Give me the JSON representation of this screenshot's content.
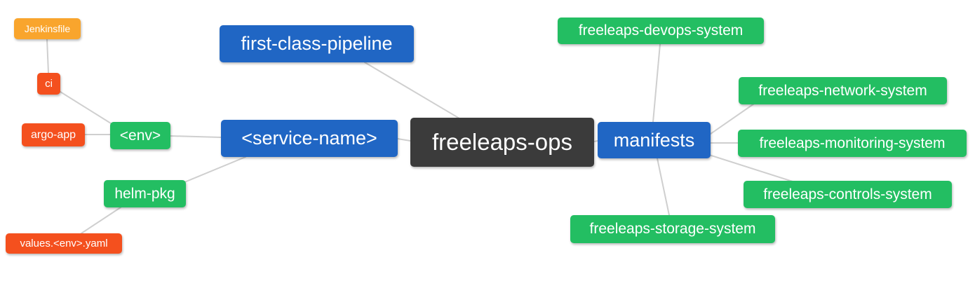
{
  "diagram": {
    "type": "mindmap",
    "title": "freeleaps-ops repository structure mind map",
    "background": "#ffffff"
  },
  "palette": {
    "root": "#3b3b3b",
    "branch_blue": "#2066c4",
    "leaf_green": "#23be62",
    "leaf_red": "#f4501e",
    "leaf_orange": "#f9a52d",
    "connector": "#cfcfcf",
    "text": "#ffffff"
  },
  "nodes": {
    "freeleaps_ops": {
      "label": "freeleaps-ops",
      "color": "#3b3b3b"
    },
    "first_class_pipeline": {
      "label": "first-class-pipeline",
      "color": "#2066c4"
    },
    "service_name": {
      "label": "<service-name>",
      "color": "#2066c4"
    },
    "manifests": {
      "label": "manifests",
      "color": "#2066c4"
    },
    "env": {
      "label": "<env>",
      "color": "#23be62"
    },
    "helm_pkg": {
      "label": "helm-pkg",
      "color": "#23be62"
    },
    "ci": {
      "label": "ci",
      "color": "#f4501e"
    },
    "argo_app": {
      "label": "argo-app",
      "color": "#f4501e"
    },
    "jenkinsfile": {
      "label": "Jenkinsfile",
      "color": "#f9a52d"
    },
    "values_env_yaml": {
      "label": "values.<env>.yaml",
      "color": "#f4501e"
    },
    "devops_system": {
      "label": "freeleaps-devops-system",
      "color": "#23be62"
    },
    "network_system": {
      "label": "freeleaps-network-system",
      "color": "#23be62"
    },
    "monitoring_system": {
      "label": "freeleaps-monitoring-system",
      "color": "#23be62"
    },
    "controls_system": {
      "label": "freeleaps-controls-system",
      "color": "#23be62"
    },
    "storage_system": {
      "label": "freeleaps-storage-system",
      "color": "#23be62"
    }
  },
  "edges": [
    {
      "from": "Jenkinsfile",
      "to": "ci"
    },
    {
      "from": "ci",
      "to": "<env>"
    },
    {
      "from": "argo-app",
      "to": "<env>"
    },
    {
      "from": "<env>",
      "to": "<service-name>"
    },
    {
      "from": "helm-pkg",
      "to": "<service-name>"
    },
    {
      "from": "values.<env>.yaml",
      "to": "helm-pkg"
    },
    {
      "from": "first-class-pipeline",
      "to": "freeleaps-ops"
    },
    {
      "from": "<service-name>",
      "to": "freeleaps-ops"
    },
    {
      "from": "freeleaps-ops",
      "to": "manifests"
    },
    {
      "from": "manifests",
      "to": "freeleaps-devops-system"
    },
    {
      "from": "manifests",
      "to": "freeleaps-network-system"
    },
    {
      "from": "manifests",
      "to": "freeleaps-monitoring-system"
    },
    {
      "from": "manifests",
      "to": "freeleaps-controls-system"
    },
    {
      "from": "manifests",
      "to": "freeleaps-storage-system"
    }
  ]
}
